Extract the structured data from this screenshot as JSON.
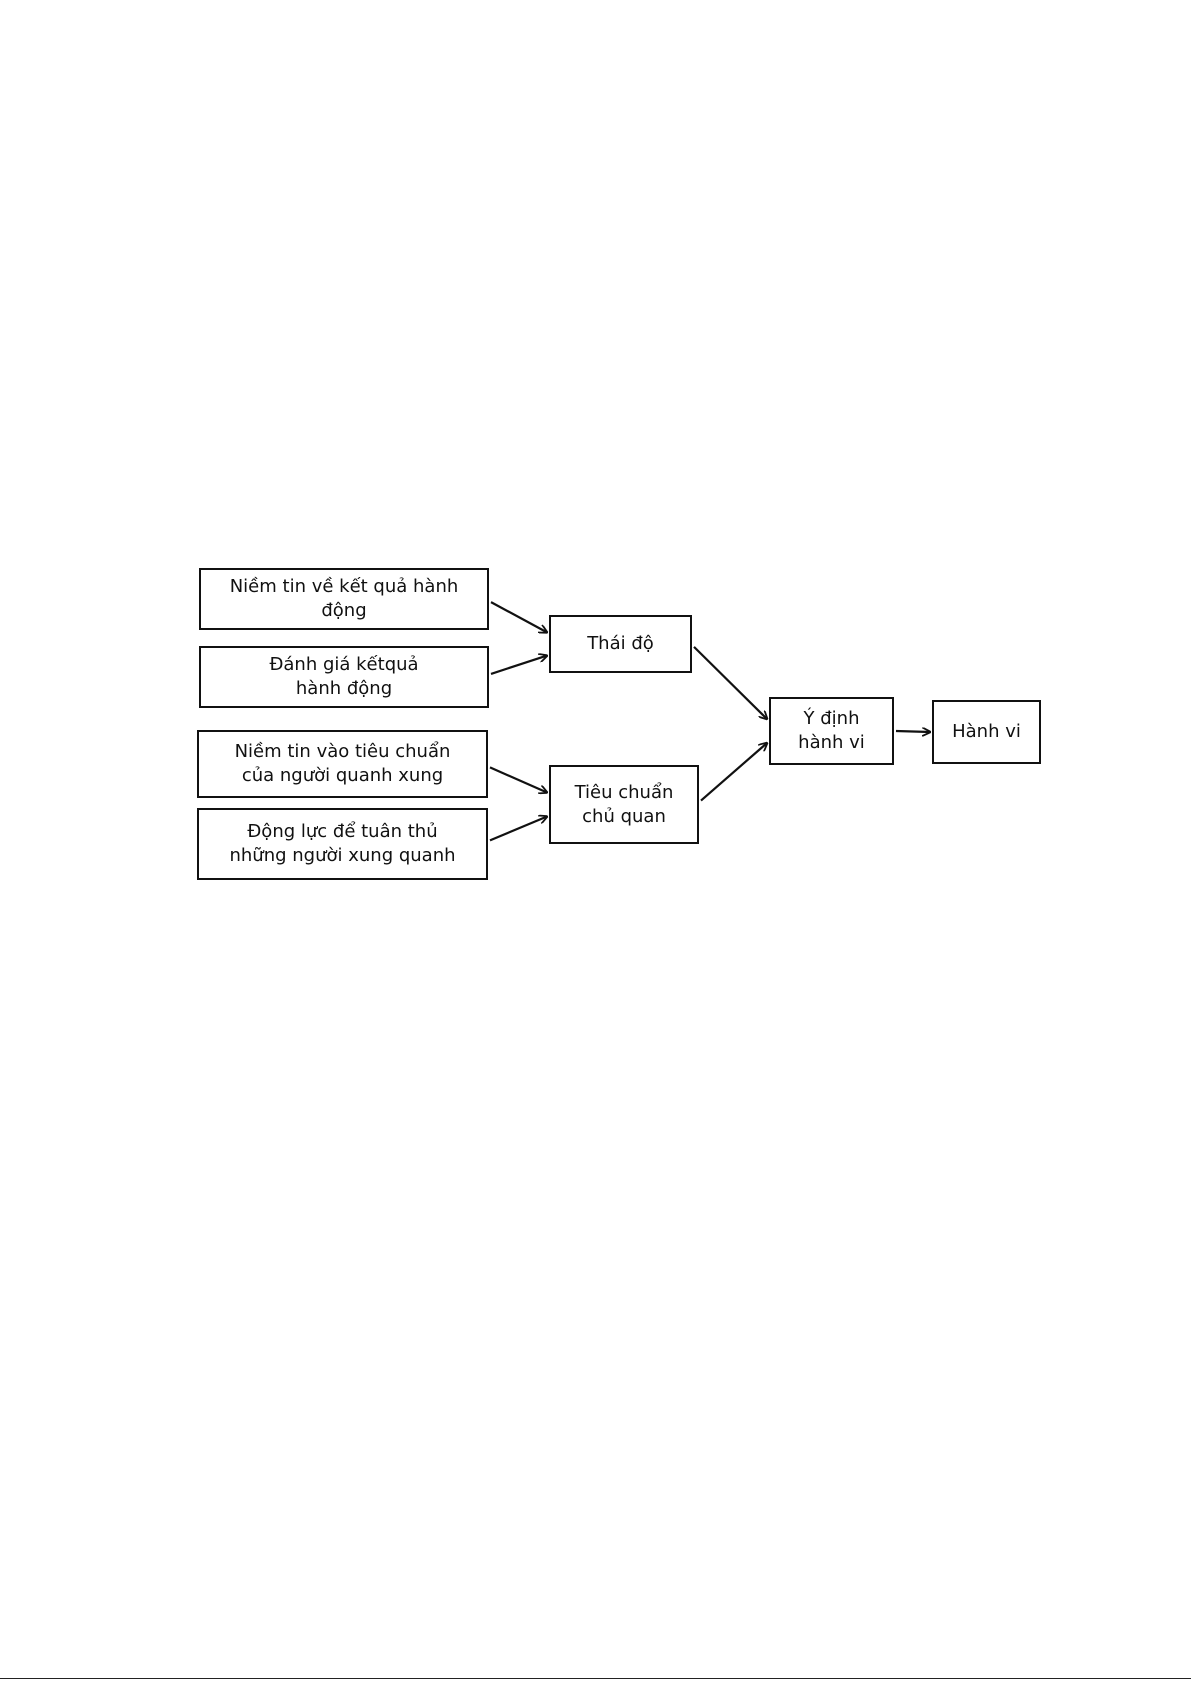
{
  "diagram": {
    "nodes": [
      {
        "id": "belief-outcome",
        "lines": [
          "Niềm tin về kết quả hành",
          "động"
        ]
      },
      {
        "id": "evaluate-outcome",
        "lines": [
          "Đánh giá kếtquả",
          "hành động"
        ]
      },
      {
        "id": "belief-norms",
        "lines": [
          "Niềm tin vào tiêu chuẩn",
          "của người quanh xung"
        ]
      },
      {
        "id": "motivation-comply",
        "lines": [
          "Động lực để tuân thủ",
          "những người xung quanh"
        ]
      },
      {
        "id": "attitude",
        "lines": [
          "Thái độ"
        ]
      },
      {
        "id": "subjective-norm",
        "lines": [
          "Tiêu chuẩn",
          "chủ quan"
        ]
      },
      {
        "id": "intention",
        "lines": [
          "Ý định",
          "hành vi"
        ]
      },
      {
        "id": "behavior",
        "lines": [
          "Hành vi"
        ]
      }
    ],
    "edges": [
      {
        "from": "belief-outcome",
        "to": "attitude"
      },
      {
        "from": "evaluate-outcome",
        "to": "attitude"
      },
      {
        "from": "belief-norms",
        "to": "subjective-norm"
      },
      {
        "from": "motivation-comply",
        "to": "subjective-norm"
      },
      {
        "from": "attitude",
        "to": "intention"
      },
      {
        "from": "subjective-norm",
        "to": "intention"
      },
      {
        "from": "intention",
        "to": "behavior"
      }
    ]
  }
}
